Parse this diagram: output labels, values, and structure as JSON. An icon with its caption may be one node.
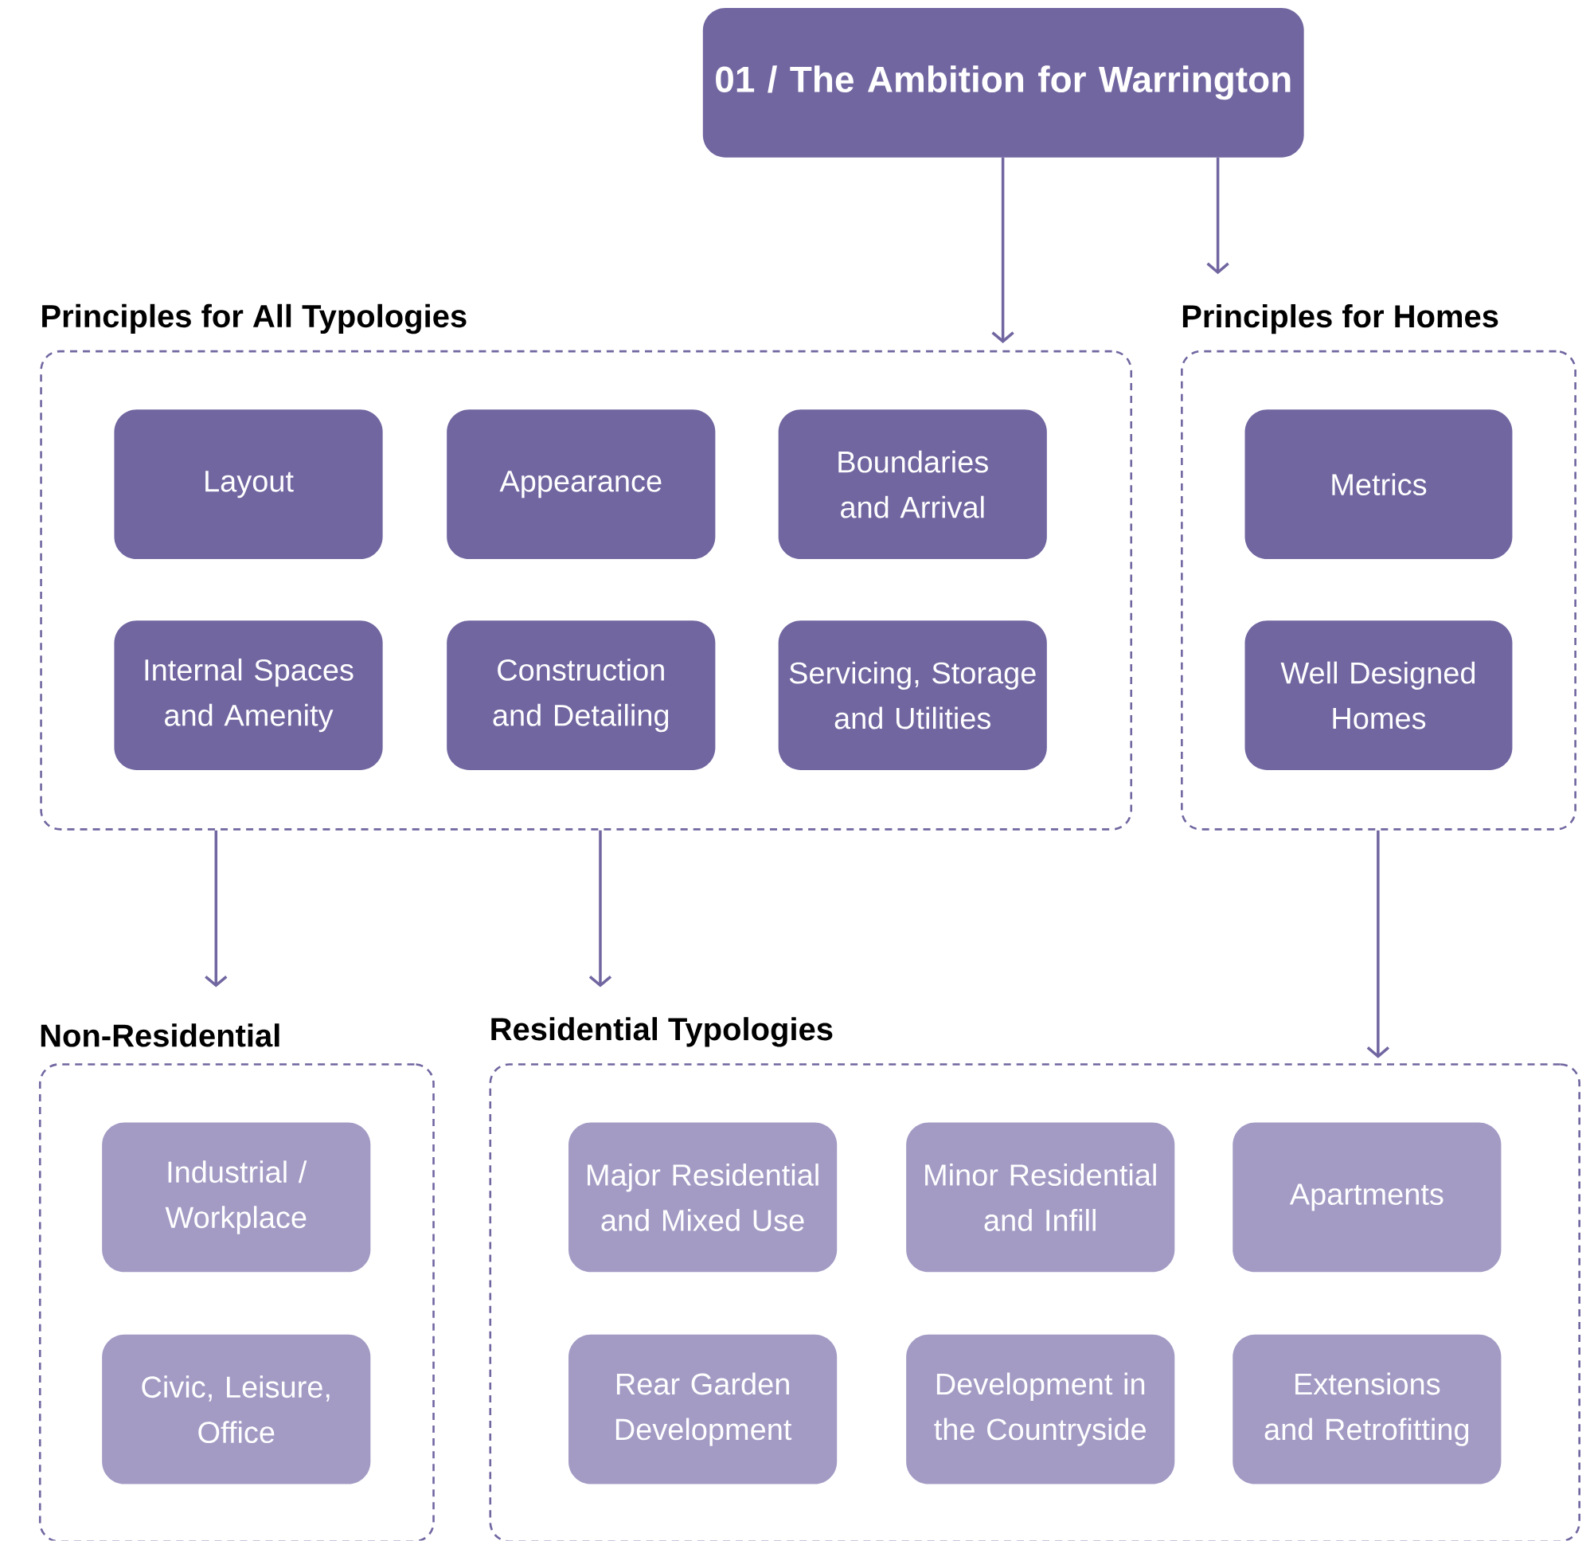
{
  "diagram": {
    "nodes": [
      {
        "text": [
          "01 / The Ambition for Warrington"
        ]
      },
      {
        "text": [
          "Principles for All Typologies"
        ]
      },
      {
        "text": [
          "Layout"
        ],
        "in": 1
      },
      {
        "text": [
          "Appearance"
        ],
        "in": 1
      },
      {
        "text": [
          "Boundaries and Arrival"
        ],
        "in": 1
      },
      {
        "text": [
          "Internal Spaces and Amenity"
        ],
        "in": 1
      },
      {
        "text": [
          "Construction and Detailing"
        ],
        "in": 1
      },
      {
        "text": [
          "Servicing, Storage and Utilities"
        ],
        "in": 1
      },
      {
        "text": [
          "Principles for Homes"
        ]
      },
      {
        "text": [
          "Metrics"
        ],
        "in": 8
      },
      {
        "text": [
          "Well Designed Homes"
        ],
        "in": 8
      },
      {
        "text": [
          "Non-Residential"
        ]
      },
      {
        "text": [
          "Industrial / Workplace"
        ],
        "in": 11
      },
      {
        "text": [
          "Civic, Leisure, Office"
        ],
        "in": 11
      },
      {
        "text": [
          "Residential Typologies"
        ]
      },
      {
        "text": [
          "Major Residential and Mixed Use"
        ],
        "in": 14
      },
      {
        "text": [
          "Minor Residential and Infill"
        ],
        "in": 14
      },
      {
        "text": [
          "Apartments"
        ],
        "in": 14
      },
      {
        "text": [
          "Rear Garden Development"
        ],
        "in": 14
      },
      {
        "text": [
          "Development in the Countryside"
        ],
        "in": 14
      },
      {
        "text": [
          "Extensions and Retrofitting"
        ],
        "in": 14
      }
    ],
    "edges": [
      {
        "from": 0,
        "to": 1,
        "arrow": "to"
      },
      {
        "from": 0,
        "to": 8,
        "arrow": "to"
      },
      {
        "from": 1,
        "to": 11,
        "arrow": "to"
      },
      {
        "from": 1,
        "to": 14,
        "arrow": "to"
      },
      {
        "from": 8,
        "to": 14,
        "arrow": "to"
      }
    ]
  }
}
